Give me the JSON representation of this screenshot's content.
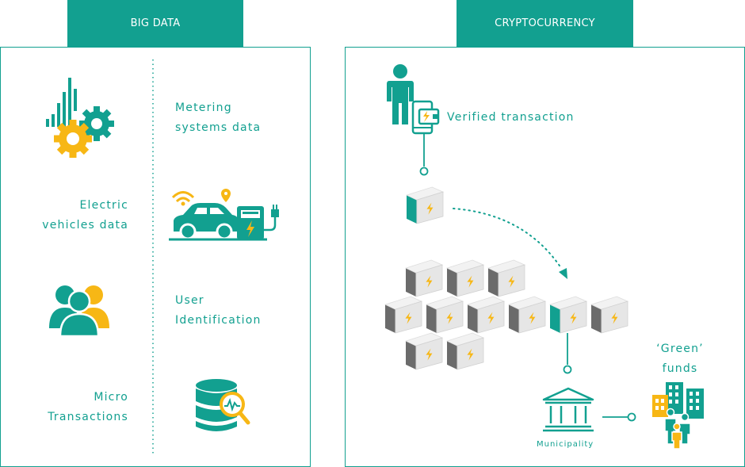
{
  "colors": {
    "teal": "#12a090",
    "yellow": "#f7b715",
    "grey_dark": "#6b6b6b",
    "grey_light": "#e6e6e6",
    "white": "#ffffff"
  },
  "big_data": {
    "tab_label": "BIG DATA",
    "items": [
      {
        "label_line1": "Metering",
        "label_line2": "systems data",
        "icon": "gears-signal-icon"
      },
      {
        "label_line1": "Electric",
        "label_line2": "vehicles data",
        "icon": "ev-charging-icon"
      },
      {
        "label_line1": "User",
        "label_line2": "Identification",
        "icon": "users-group-icon"
      },
      {
        "label_line1": "Micro",
        "label_line2": "Transactions",
        "icon": "database-search-icon"
      }
    ]
  },
  "cryptocurrency": {
    "tab_label": "CRYPTOCURRENCY",
    "verified_label": "Verified transaction",
    "municipality_label": "Municipality",
    "green_funds_line1": "‘Green’",
    "green_funds_line2": "funds",
    "icons": [
      "person-icon",
      "phone-wallet-icon",
      "block-icon",
      "blockchain-icon",
      "bank-building-icon",
      "city-people-icon"
    ]
  }
}
